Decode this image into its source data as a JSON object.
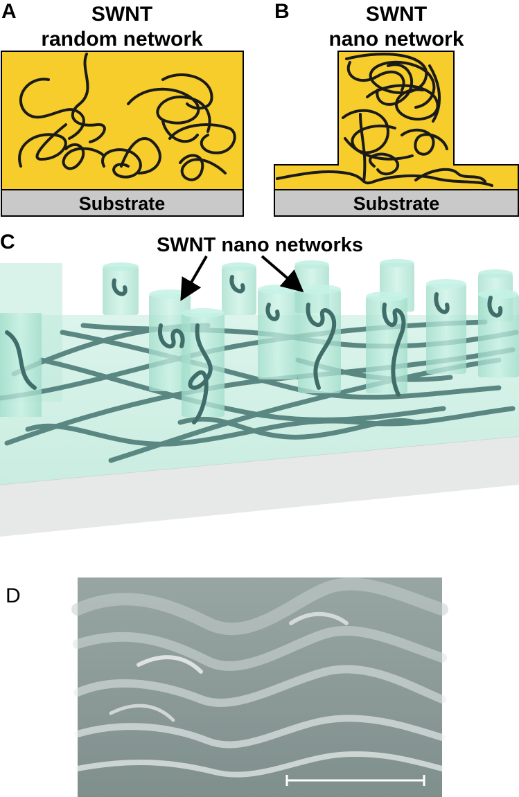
{
  "panel_a": {
    "letter": "A",
    "title_line1": "SWNT",
    "title_line2": "random network",
    "substrate_label": "Substrate"
  },
  "panel_b": {
    "letter": "B",
    "title_line1": "SWNT",
    "title_line2": "nano network",
    "substrate_label": "Substrate"
  },
  "panel_c": {
    "letter": "C",
    "callout": "SWNT nano networks"
  },
  "panel_d": {
    "letter": "D"
  },
  "colors": {
    "film": "#f6cd2a",
    "substrate": "#c9c9c9",
    "pillar": "#a9e3d3",
    "tube": "#3f6e6a",
    "sem_bg": "#8f9e9b"
  }
}
